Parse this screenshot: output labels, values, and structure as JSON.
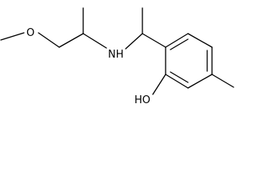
{
  "molecule": {
    "atom_labels": {
      "oxygen_ether": "O",
      "nitrogen_amine": "NH",
      "hydroxyl": "HO"
    },
    "colors": {
      "bond": "#000000",
      "label": "#000000",
      "background": "#ffffff"
    }
  }
}
